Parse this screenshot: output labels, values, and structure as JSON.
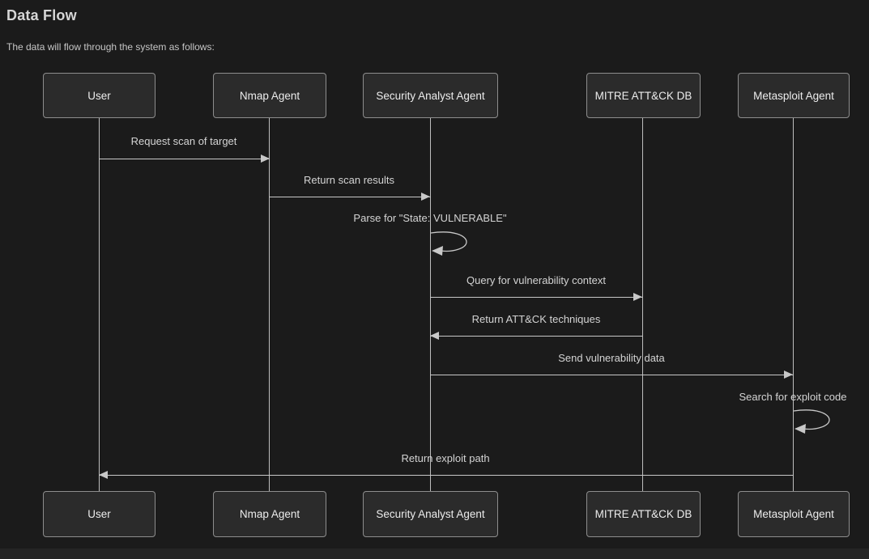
{
  "header": {
    "title": "Data Flow",
    "subtitle": "The data will flow through the system as follows:"
  },
  "colors": {
    "background": "#1b1b1b",
    "bottom_strip": "#242424",
    "actor_fill": "#2b2b2b",
    "actor_border": "#8d8d8d",
    "line": "#c8c8c8",
    "text": "#d4d4d4"
  },
  "diagram": {
    "type": "sequence",
    "actors": [
      {
        "label": "User"
      },
      {
        "label": "Nmap Agent"
      },
      {
        "label": "Security Analyst Agent"
      },
      {
        "label": "MITRE ATT&CK DB"
      },
      {
        "label": "Metasploit Agent"
      }
    ],
    "messages": [
      {
        "from": "User",
        "to": "Nmap Agent",
        "kind": "solid-arrow",
        "label": "Request scan of target"
      },
      {
        "from": "Nmap Agent",
        "to": "Security Analyst Agent",
        "kind": "solid-arrow",
        "label": "Return scan results"
      },
      {
        "from": "Security Analyst Agent",
        "to": "Security Analyst Agent",
        "kind": "self-loop",
        "label": "Parse for \"State: VULNERABLE\""
      },
      {
        "from": "Security Analyst Agent",
        "to": "MITRE ATT&CK DB",
        "kind": "solid-arrow",
        "label": "Query for vulnerability context"
      },
      {
        "from": "MITRE ATT&CK DB",
        "to": "Security Analyst Agent",
        "kind": "solid-arrow",
        "label": "Return ATT&CK techniques"
      },
      {
        "from": "Security Analyst Agent",
        "to": "Metasploit Agent",
        "kind": "solid-arrow",
        "label": "Send vulnerability data"
      },
      {
        "from": "Metasploit Agent",
        "to": "Metasploit Agent",
        "kind": "self-loop",
        "label": "Search for exploit code"
      },
      {
        "from": "Metasploit Agent",
        "to": "User",
        "kind": "solid-arrow",
        "label": "Return exploit path"
      }
    ]
  }
}
